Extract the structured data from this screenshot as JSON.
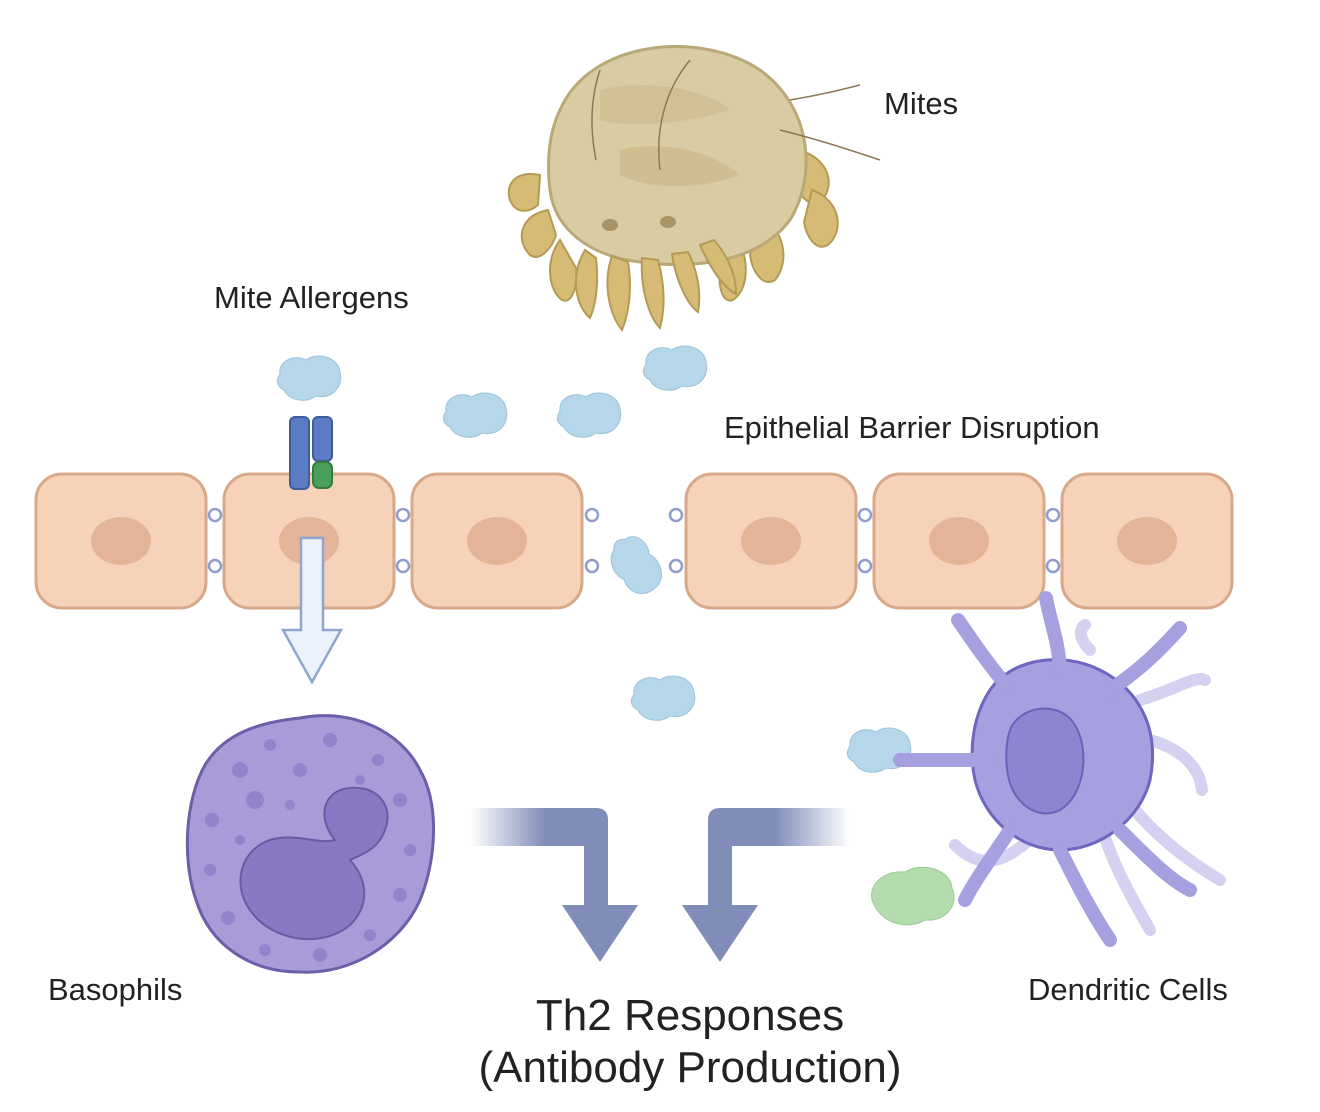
{
  "labels": {
    "mites": "Mites",
    "mite_allergens": "Mite Allergens",
    "epithelial_barrier_disruption": "Epithelial Barrier Disruption",
    "basophils": "Basophils",
    "dendritic_cells": "Dendritic Cells",
    "th2_responses": "Th2 Responses",
    "antibody_production": "(Antibody Production)"
  },
  "colors": {
    "epithelial_cell": "#f6d2b8",
    "epithelial_border": "#d7a98a",
    "nucleus": "#e3b497",
    "allergen": "#b6d6ea",
    "mite_body": "#d9cba2",
    "mite_legs": "#d6bb75",
    "basophil": "#a99bd8",
    "basophil_nucleus": "#8a78c4",
    "dendritic_cell": "#a69fe0",
    "receptor_blue": "#5b7cc4",
    "receptor_green": "#4aa05a",
    "flow_arrow": "#7f8db8",
    "green_blob": "#b4dcae"
  },
  "icons": [
    "mite-icon",
    "allergen-icon",
    "receptor-icon",
    "epithelial-cell-icon",
    "basophil-icon",
    "dendritic-cell-icon",
    "flow-arrow-icon"
  ]
}
